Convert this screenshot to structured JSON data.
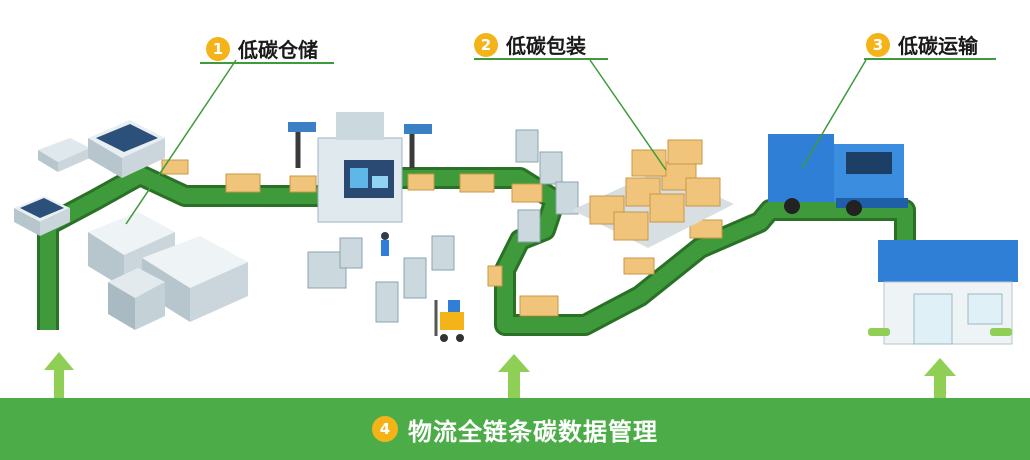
{
  "steps": [
    {
      "num": "1",
      "label": "低碳仓储"
    },
    {
      "num": "2",
      "label": "低碳包装"
    },
    {
      "num": "3",
      "label": "低碳运输"
    }
  ],
  "bottom": {
    "num": "4",
    "label": "物流全链条碳数据管理"
  },
  "colors": {
    "belt": "#3e9a3a",
    "belt_dark": "#2a7027",
    "bar": "#4cac48",
    "arrow": "#8fcf56",
    "badge": "#f5b31a",
    "box": "#f0c47a",
    "truck": "#2f7fd6",
    "store_roof": "#2f7fd6"
  },
  "icons": [
    "warehouse-icon",
    "robot-arm-icon",
    "sorting-machine-icon",
    "shelf-icon",
    "forklift-icon",
    "worker-icon",
    "box-stack-icon",
    "truck-icon",
    "store-icon",
    "updown-arrow-icon"
  ]
}
